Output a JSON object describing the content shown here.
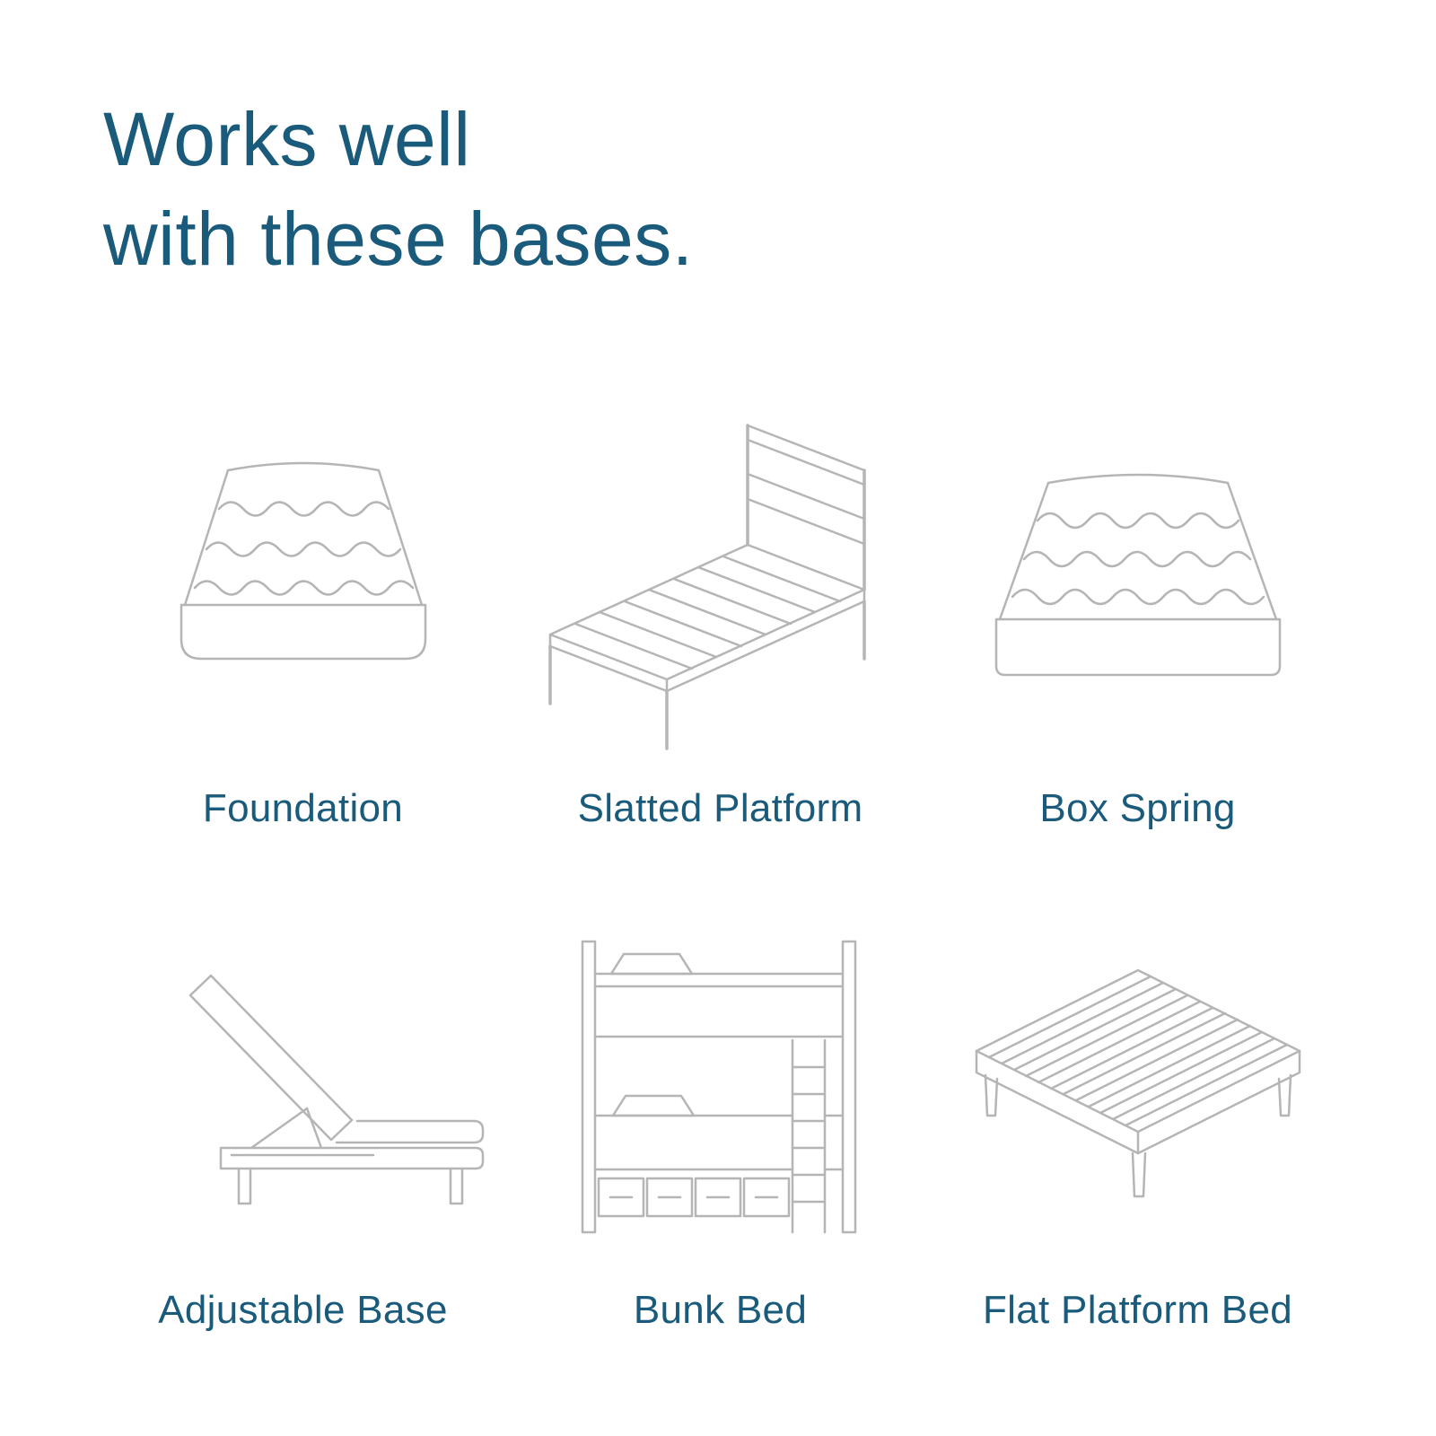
{
  "page": {
    "background_color": "#ffffff",
    "heading_color": "#1a5a7a",
    "label_color": "#1a5a7a",
    "line_art_color": "#b5b5b5"
  },
  "heading": {
    "line1": "Works well",
    "line2": "with these bases."
  },
  "items": [
    {
      "label": "Foundation",
      "icon": "foundation-illustration"
    },
    {
      "label": "Slatted Platform",
      "icon": "slatted-platform-illustration"
    },
    {
      "label": "Box Spring",
      "icon": "box-spring-illustration"
    },
    {
      "label": "Adjustable Base",
      "icon": "adjustable-base-illustration"
    },
    {
      "label": "Bunk Bed",
      "icon": "bunk-bed-illustration"
    },
    {
      "label": "Flat Platform Bed",
      "icon": "flat-platform-bed-illustration"
    }
  ]
}
